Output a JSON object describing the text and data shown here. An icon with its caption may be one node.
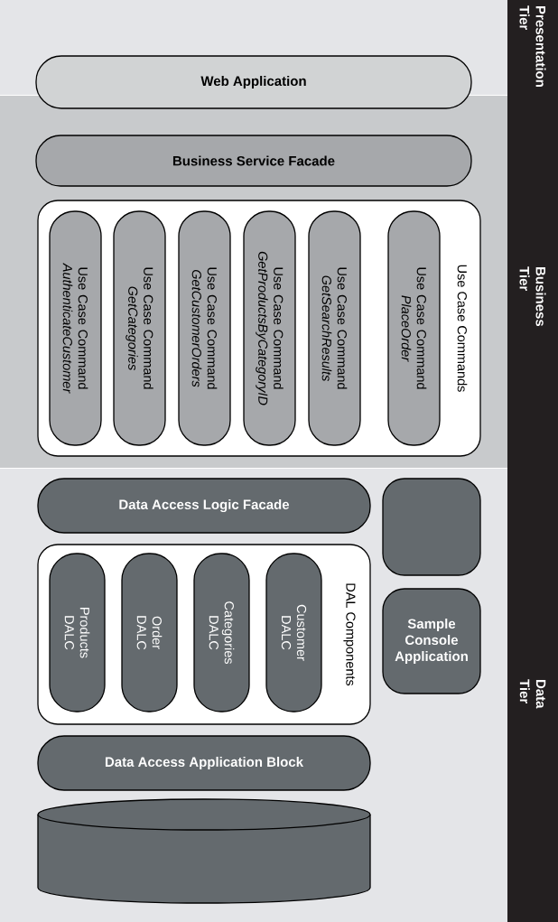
{
  "diagram": {
    "nodes": [
      {
        "text": [
          "Web Application"
        ]
      },
      {
        "text": [
          "Business Service Facade"
        ]
      },
      {
        "text": [
          "Use Case Commands"
        ]
      },
      {
        "text": [
          "Use Case Command",
          "AuthenticateCustomer"
        ],
        "in": 2
      },
      {
        "text": [
          "Use Case Command",
          "GetCategories"
        ],
        "in": 2
      },
      {
        "text": [
          "Use Case Command",
          "GetCustomerOrders"
        ],
        "in": 2
      },
      {
        "text": [
          "Use Case Command",
          "GetProductsByCategoryID"
        ],
        "in": 2
      },
      {
        "text": [
          "Use Case Command",
          "GetSearchResults"
        ],
        "in": 2
      },
      {
        "text": [
          "Use Case Command",
          "PlaceOrder"
        ],
        "in": 2
      },
      {
        "text": [
          "Data Access Logic Facade"
        ]
      },
      {
        "text": [],
        "shape": "box"
      },
      {
        "text": [
          "DAL Components"
        ]
      },
      {
        "text": [
          "Products DALC"
        ],
        "in": 11
      },
      {
        "text": [
          "Order DALC"
        ],
        "in": 11
      },
      {
        "text": [
          "Categories DALC"
        ],
        "in": 11
      },
      {
        "text": [
          "Customer DALC"
        ],
        "in": 11
      },
      {
        "text": [
          "Sample Console Application"
        ]
      },
      {
        "text": [
          "Data Access Application Block"
        ]
      },
      {
        "text": [],
        "shape": "cylinder"
      }
    ],
    "labels": [
      "Presentation Tier",
      "Business Tier",
      "Data Tier"
    ]
  }
}
